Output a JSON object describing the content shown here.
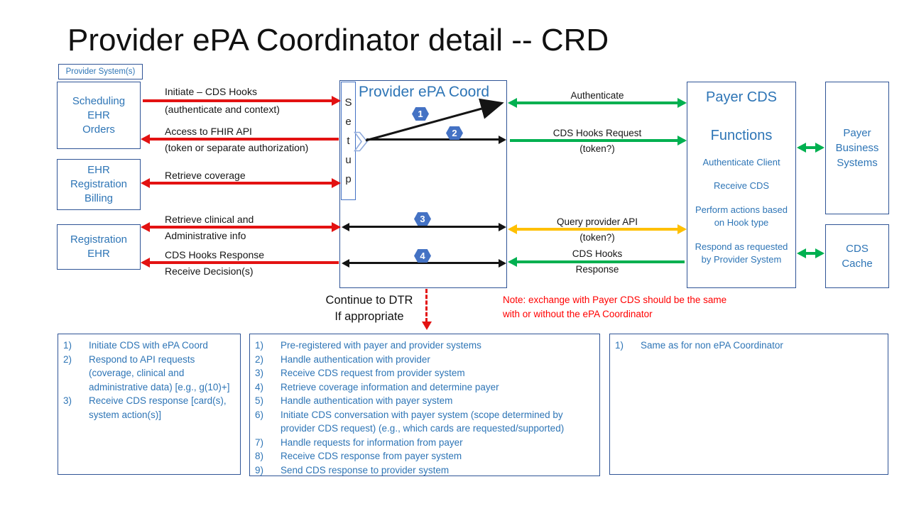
{
  "title": "Provider ePA Coordinator detail -- CRD",
  "colors": {
    "accent_blue": "#2E75B6",
    "border_blue": "#2F5496",
    "badge_blue": "#4472C4",
    "arrow_red": "#E31212",
    "arrow_green": "#00B050",
    "arrow_yellow": "#FFC000",
    "note_red": "#FF0000"
  },
  "provider_systems_label": "Provider System(s)",
  "left_boxes": [
    {
      "lines": [
        "Scheduling",
        "EHR",
        "Orders"
      ]
    },
    {
      "lines": [
        "EHR",
        "Registration",
        "Billing"
      ]
    },
    {
      "lines": [
        "Registration",
        "EHR"
      ]
    }
  ],
  "center": {
    "title": "Provider ePA Coord",
    "setup_letters": [
      "S",
      "e",
      "t",
      "u",
      "p"
    ],
    "badges": [
      "1",
      "2",
      "3",
      "4"
    ]
  },
  "red_arrows": [
    {
      "lines": [
        "Initiate – CDS Hooks",
        "(authenticate and context)"
      ],
      "direction": "right"
    },
    {
      "lines": [
        "Access to FHIR API",
        "(token or separate authorization)"
      ],
      "direction": "left"
    },
    {
      "lines": [
        "Retrieve coverage"
      ],
      "direction": "both"
    },
    {
      "lines": [
        "Retrieve clinical and",
        "Administrative info"
      ],
      "direction": "both"
    },
    {
      "lines": [
        "CDS Hooks Response",
        "Receive Decision(s)"
      ],
      "direction": "left"
    }
  ],
  "mid_arrows": [
    {
      "lines": [
        "Authenticate"
      ],
      "color": "green",
      "direction": "both"
    },
    {
      "lines": [
        "CDS Hooks Request",
        "(token?)"
      ],
      "color": "green",
      "direction": "right"
    },
    {
      "lines": [
        "Query provider API",
        "(token?)"
      ],
      "color": "yellow",
      "direction": "both"
    },
    {
      "lines": [
        "CDS Hooks",
        "Response"
      ],
      "color": "green",
      "direction": "left"
    }
  ],
  "payer_cds": {
    "title_line1": "Payer CDS",
    "title_line2": "Functions",
    "items": [
      "Authenticate Client",
      "Receive CDS",
      "Perform actions based on Hook type",
      "Respond as requested by Provider System"
    ]
  },
  "right_boxes": [
    {
      "lines": [
        "Payer",
        "Business",
        "Systems"
      ]
    },
    {
      "lines": [
        "CDS",
        "Cache"
      ]
    }
  ],
  "continue_note": {
    "lines": [
      "Continue to DTR",
      "If appropriate"
    ]
  },
  "red_note": {
    "lines": [
      "Note: exchange with Payer CDS should be the same",
      "with or without the ePA Coordinator"
    ]
  },
  "bottom_boxes": [
    {
      "items": [
        {
          "num": "1)",
          "text": "Initiate CDS with ePA Coord"
        },
        {
          "num": "2)",
          "text": "Respond to API requests (coverage, clinical and administrative data) [e.g., g(10)+]"
        },
        {
          "num": "3)",
          "text": "Receive CDS response [card(s), system action(s)]"
        }
      ]
    },
    {
      "items": [
        {
          "num": "1)",
          "text": "Pre-registered with payer and provider systems"
        },
        {
          "num": "2)",
          "text": "Handle authentication with provider"
        },
        {
          "num": "3)",
          "text": "Receive CDS request from provider system"
        },
        {
          "num": "4)",
          "text": "Retrieve coverage information and determine payer"
        },
        {
          "num": "5)",
          "text": "Handle authentication with payer system"
        },
        {
          "num": "6)",
          "text": "Initiate CDS conversation with payer system (scope determined by provider CDS request) (e.g., which cards are requested/supported)"
        },
        {
          "num": "7)",
          "text": "Handle requests for information from payer"
        },
        {
          "num": "8)",
          "text": "Receive CDS response from payer system"
        },
        {
          "num": "9)",
          "text": "Send CDS response to provider system"
        }
      ]
    },
    {
      "items": [
        {
          "num": "1)",
          "text": "Same as for non ePA Coordinator"
        }
      ]
    }
  ]
}
